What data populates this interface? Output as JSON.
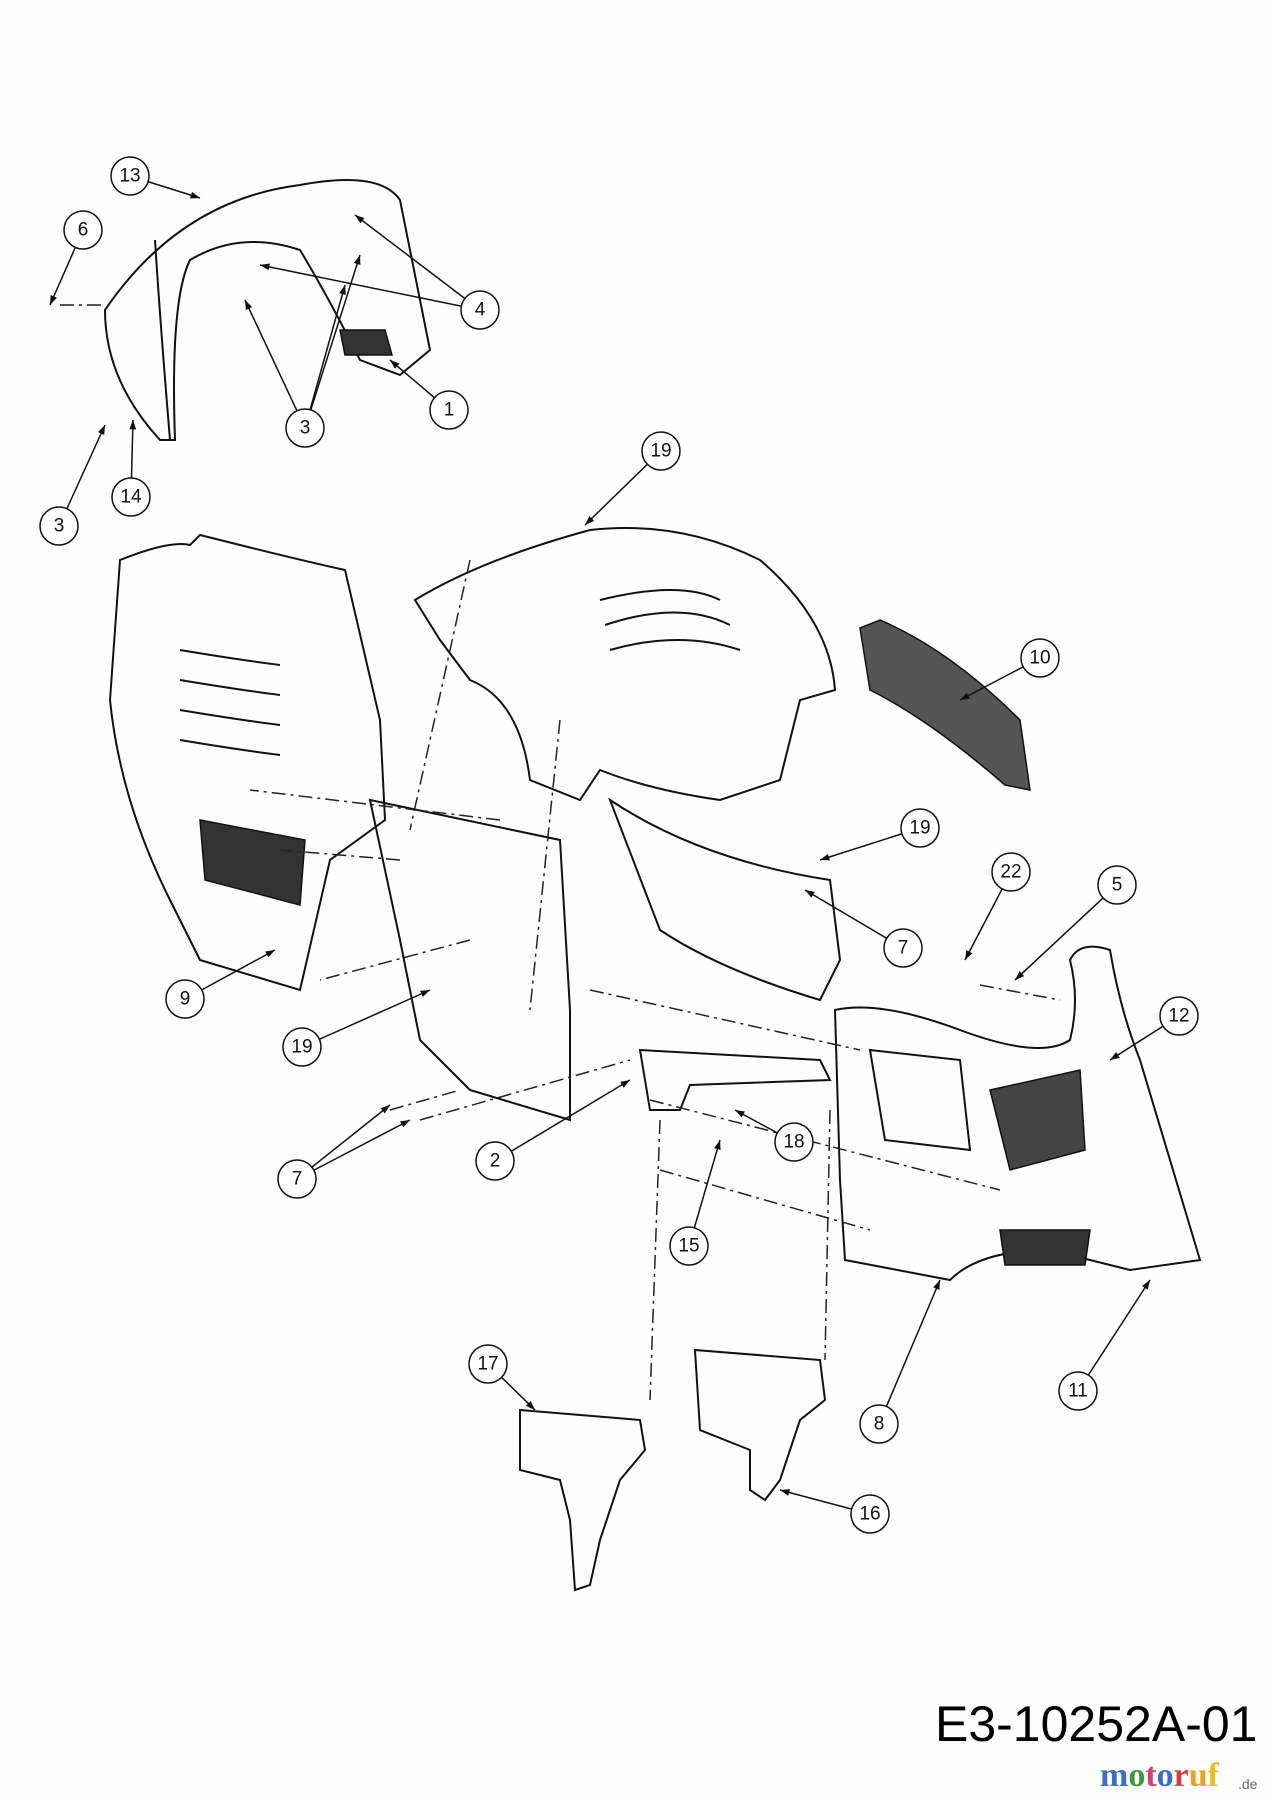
{
  "diagram": {
    "callouts": [
      "13",
      "6",
      "4",
      "3",
      "1",
      "3",
      "14",
      "19",
      "10",
      "19",
      "22",
      "5",
      "7",
      "12",
      "9",
      "19",
      "7",
      "2",
      "18",
      "15",
      "8",
      "11",
      "17",
      "16"
    ],
    "drawing_code": "E3-10252A-01",
    "watermark": "motoruf",
    "watermark_tld": ".de"
  }
}
